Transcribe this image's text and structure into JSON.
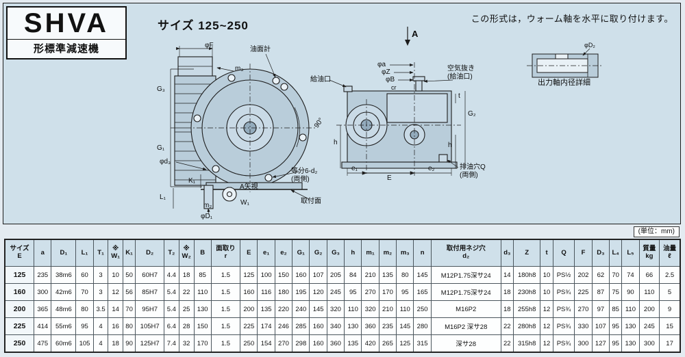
{
  "colors": {
    "panel_bg": "#cfe0ea",
    "table_header_bg": "#cfe0ea",
    "drawing_fill": "#b9cdda",
    "line": "#1c1c1c"
  },
  "page": {
    "title": "SHVA",
    "subtitle": "形標準減速機",
    "size_range": "サイズ 125~250",
    "top_note": "この形式は，ウォーム軸を水平に取り付けます。",
    "unit_note": "(単位：mm)"
  },
  "drawing": {
    "labels": {
      "phi_F": "φF",
      "oil_gauge": "油面計",
      "m3": "m₃",
      "g3": "G₃",
      "g1": "G₁",
      "phi_d3": "φd₃",
      "l1": "L₁",
      "k1": "K₁",
      "m2": "m₂",
      "w1": "W₁",
      "phi_d1": "φD₁",
      "view_a": "A矢視",
      "mount_face": "取付面",
      "bolt_holes": "等分6-d₂\n(両側)",
      "oil_port": "給油口",
      "phi_a": "φa",
      "phi_z": "φZ",
      "phi_b": "φB",
      "cr": "cr",
      "air_vent": "空気抜き\n(給油口)",
      "drain": "排油穴Q\n(両側)",
      "e1": "e₁",
      "e_center": "E",
      "e2": "e₂",
      "h_left": "h",
      "h_right": "h",
      "g2": "G₂",
      "t": "t",
      "deg90": "90°",
      "arrow_a": "A",
      "detail_caption": "出力軸内径詳細",
      "phi_d2": "φD₂"
    }
  },
  "table": {
    "headers": [
      "サイズ\nE",
      "a",
      "D₁",
      "L₁",
      "T₁",
      "※\nW₁",
      "K₁",
      "D₂",
      "T₂",
      "※\nW₂",
      "B",
      "面取り\nr",
      "E",
      "e₁",
      "e₂",
      "G₁",
      "G₂",
      "G₃",
      "h",
      "m₁",
      "m₂",
      "m₃",
      "n",
      "取付用ネジ穴\nd₂",
      "d₃",
      "Z",
      "t",
      "Q",
      "F",
      "D₃",
      "L₄",
      "L₅",
      "質量\nkg",
      "油量\nℓ"
    ],
    "rows": [
      [
        "125",
        "235",
        "38m6",
        "60",
        "3",
        "10",
        "50",
        "60H7",
        "4.4",
        "18",
        "85",
        "1.5",
        "125",
        "100",
        "150",
        "160",
        "107",
        "205",
        "84",
        "210",
        "135",
        "80",
        "145",
        "M12P1.75深サ24",
        "14",
        "180h8",
        "10",
        "PS½",
        "202",
        "62",
        "70",
        "74",
        "66",
        "2.5"
      ],
      [
        "160",
        "300",
        "42m6",
        "70",
        "3",
        "12",
        "56",
        "85H7",
        "5.4",
        "22",
        "110",
        "1.5",
        "160",
        "116",
        "180",
        "195",
        "120",
        "245",
        "95",
        "270",
        "170",
        "95",
        "165",
        "M12P1.75深サ24",
        "18",
        "230h8",
        "10",
        "PS¾",
        "225",
        "87",
        "75",
        "90",
        "110",
        "5"
      ],
      [
        "200",
        "365",
        "48m6",
        "80",
        "3.5",
        "14",
        "70",
        "95H7",
        "5.4",
        "25",
        "130",
        "1.5",
        "200",
        "135",
        "220",
        "240",
        "145",
        "320",
        "110",
        "320",
        "210",
        "110",
        "250",
        "M16P2",
        "18",
        "255h8",
        "12",
        "PS¾",
        "270",
        "97",
        "85",
        "110",
        "200",
        "9"
      ],
      [
        "225",
        "414",
        "55m6",
        "95",
        "4",
        "16",
        "80",
        "105H7",
        "6.4",
        "28",
        "150",
        "1.5",
        "225",
        "174",
        "246",
        "285",
        "160",
        "340",
        "130",
        "360",
        "235",
        "145",
        "280",
        "M16P2 深サ28",
        "22",
        "280h8",
        "12",
        "PS¾",
        "330",
        "107",
        "95",
        "130",
        "245",
        "15"
      ],
      [
        "250",
        "475",
        "60m6",
        "105",
        "4",
        "18",
        "90",
        "125H7",
        "7.4",
        "32",
        "170",
        "1.5",
        "250",
        "154",
        "270",
        "298",
        "160",
        "360",
        "135",
        "420",
        "265",
        "125",
        "315",
        "深サ28",
        "22",
        "315h8",
        "12",
        "PS¾",
        "300",
        "127",
        "95",
        "130",
        "300",
        "17"
      ]
    ]
  }
}
